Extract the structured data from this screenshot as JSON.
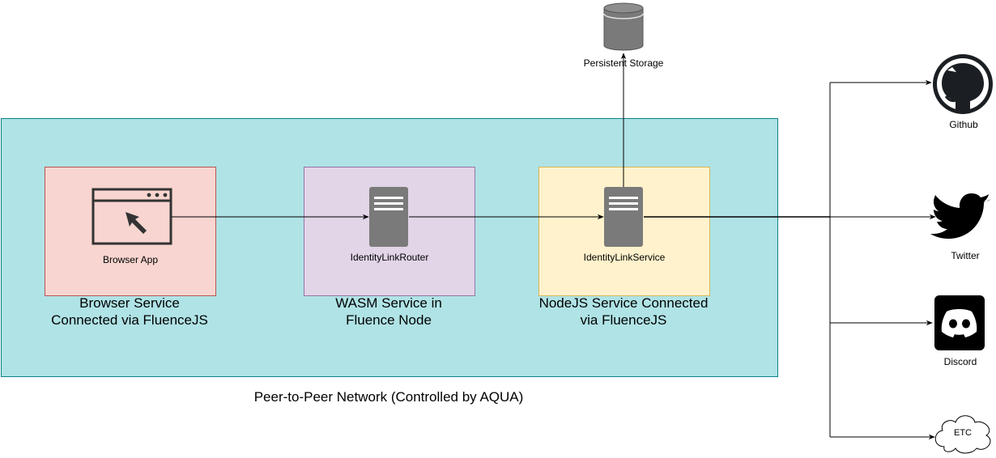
{
  "diagram": {
    "network_label": "Peer-to-Peer Network (Controlled by AQUA)",
    "storage_label": "Persistent Storage",
    "nodes": {
      "browser_app": "Browser App",
      "router": "IdentityLinkRouter",
      "service": "IdentityLinkService"
    },
    "groups": {
      "browser": "Browser Service\nConnected via FluenceJS",
      "wasm": "WASM Service in\nFluence Node",
      "nodejs": "NodeJS Service Connected\nvia FluenceJS"
    },
    "targets": {
      "github": "Github",
      "twitter": "Twitter",
      "discord": "Discord",
      "etc": "ETC"
    },
    "colors": {
      "network_fill": "#b0e3e6",
      "browser_fill": "#f8d5d0",
      "wasm_fill": "#e1d5e7",
      "nodejs_fill": "#fff2cc",
      "server_gray": "#7a7a7a"
    },
    "icons": [
      "browser-window-icon",
      "server-icon",
      "database-icon",
      "github-icon",
      "twitter-icon",
      "discord-icon",
      "cloud-icon"
    ]
  }
}
